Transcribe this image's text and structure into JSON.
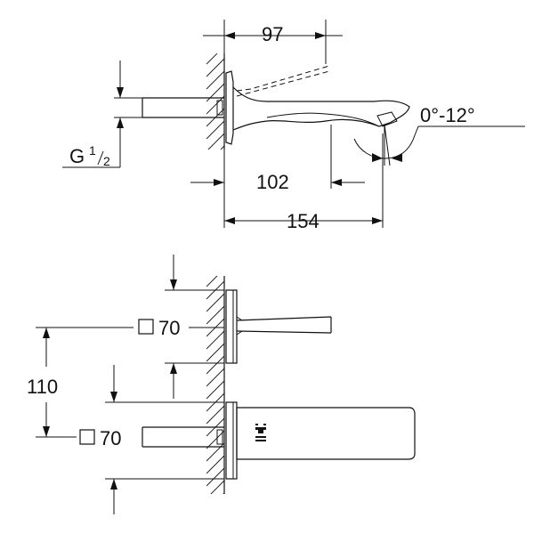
{
  "top_view": {
    "dim_spout_projection": "97",
    "dim_wall_to_spout_outlet": "102",
    "dim_overall_length": "154",
    "dim_angle": "0°-12°",
    "thread_label": "G",
    "thread_fraction_num": "1",
    "thread_fraction_den": "2"
  },
  "front_view": {
    "handle_plate_size": "70",
    "spout_plate_size": "70",
    "dim_vertical_spacing": "110"
  }
}
